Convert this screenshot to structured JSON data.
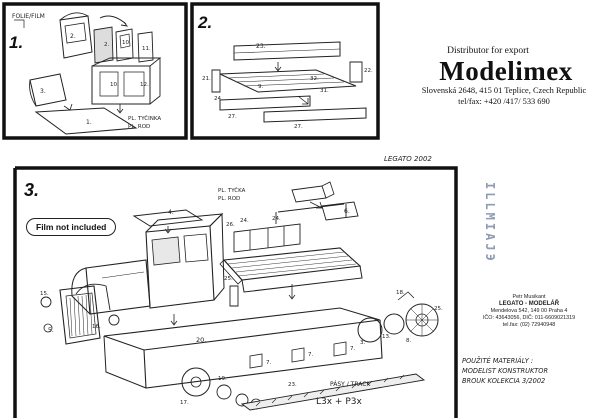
{
  "panel1": {
    "number": "1.",
    "label_foil": "FOLIE/FILM",
    "part_labels": [
      "2.",
      "3.",
      "1.",
      "10.",
      "11.",
      "12.",
      "2.",
      "10."
    ],
    "note_lines": [
      "PL. TYČINKA",
      "PL. ROD"
    ]
  },
  "panel2": {
    "number": "2.",
    "part_labels": [
      "23.",
      "21.",
      "22.",
      "31.",
      "32.",
      "24.",
      "27.",
      "27.",
      "9."
    ]
  },
  "panel3": {
    "number": "3.",
    "part_labels": [
      "4.",
      "24.",
      "26.",
      "24.",
      "25.",
      "6.",
      "15.",
      "5.",
      "16.",
      "20.",
      "19.",
      "17.",
      "7.",
      "7.",
      "7.",
      "18.",
      "25.",
      "3.",
      "13.",
      "8.",
      "23."
    ],
    "note_lines": [
      "PL. TYČKA",
      "PL. ROD"
    ],
    "track_label": "PÁSY / TRACK",
    "qty_note": "L3x + P3x"
  },
  "legato_note": "LEGATO 2002",
  "badge": {
    "text": "Film not included"
  },
  "distributor": {
    "heading": "Distributor for export",
    "brand": "Modelimex",
    "address": "Slovenská 2648, 415 01 Teplice, Czech Republic",
    "phone": "tel/fax: +420 /417/ 533 690"
  },
  "legato_credit": {
    "person": "Petr Musikant",
    "company": "LEGATO - MODELÁŘ",
    "address": "Mendelova 542, 149 00 Praha 4",
    "ids": "IČO: 43643056, DIČ: 011-6609021319",
    "phone": "tel.fax: (02) 72940948"
  },
  "materials_note": {
    "line1": "POUŽITÉ MATERIÁLY :",
    "line2": "MODELIST KONSTRUKTOR",
    "line3": "BROUK KOLEKCIA 3/2002"
  },
  "side_stamp": "ILLMIAJЭ"
}
